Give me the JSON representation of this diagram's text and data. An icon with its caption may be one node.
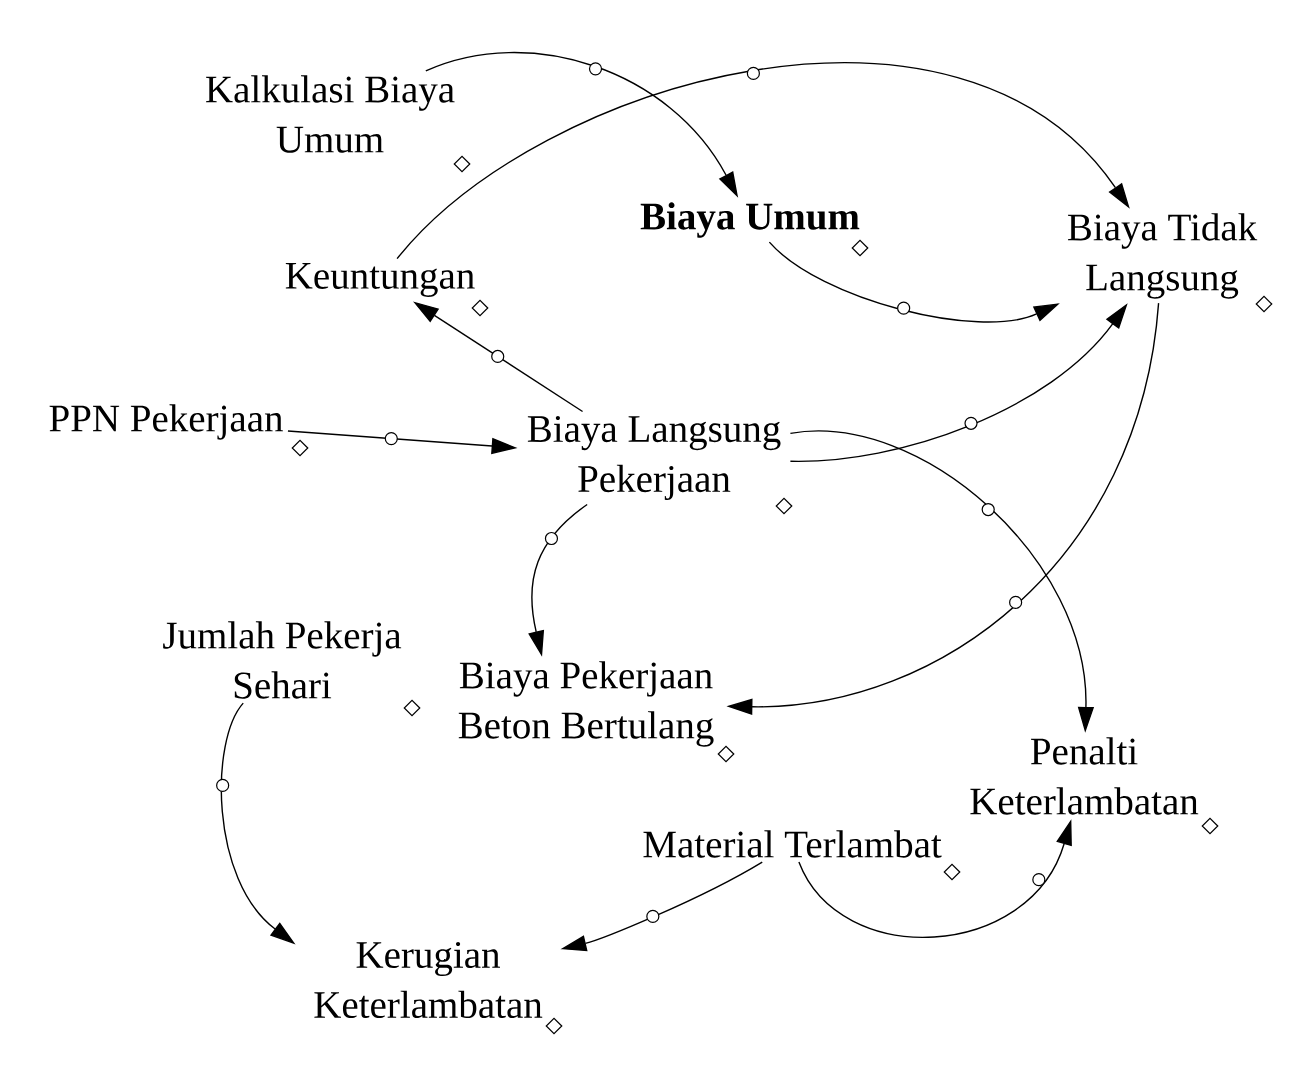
{
  "diagram": {
    "nodes": [
      {
        "text": [
          "Kalkulasi Biaya Umum"
        ]
      },
      {
        "text": [
          "Biaya Umum"
        ]
      },
      {
        "text": [
          "Biaya Tidak Langsung"
        ]
      },
      {
        "text": [
          "Keuntungan"
        ]
      },
      {
        "text": [
          "PPN Pekerjaan"
        ]
      },
      {
        "text": [
          "Biaya Langsung Pekerjaan"
        ]
      },
      {
        "text": [
          "Jumlah Pekerja Sehari"
        ]
      },
      {
        "text": [
          "Biaya Pekerjaan Beton Bertulang"
        ]
      },
      {
        "text": [
          "Penalti Keterlambatan"
        ]
      },
      {
        "text": [
          "Material Terlambat"
        ]
      },
      {
        "text": [
          "Kerugian Keterlambatan"
        ]
      }
    ],
    "edges": [
      {
        "from": 0,
        "to": 1,
        "arrow": "to"
      },
      {
        "from": 3,
        "to": 2,
        "arrow": "to"
      },
      {
        "from": 1,
        "to": 2,
        "arrow": "to"
      },
      {
        "from": 5,
        "to": 2,
        "arrow": "to"
      },
      {
        "from": 5,
        "to": 3,
        "arrow": "to"
      },
      {
        "from": 4,
        "to": 5,
        "arrow": "to"
      },
      {
        "from": 5,
        "to": 8,
        "arrow": "to"
      },
      {
        "from": 2,
        "to": 7,
        "arrow": "to"
      },
      {
        "from": 5,
        "to": 7,
        "arrow": "to"
      },
      {
        "from": 6,
        "to": 10,
        "arrow": "to"
      },
      {
        "from": 9,
        "to": 10,
        "arrow": "to"
      },
      {
        "from": 9,
        "to": 8,
        "arrow": "to"
      }
    ]
  }
}
